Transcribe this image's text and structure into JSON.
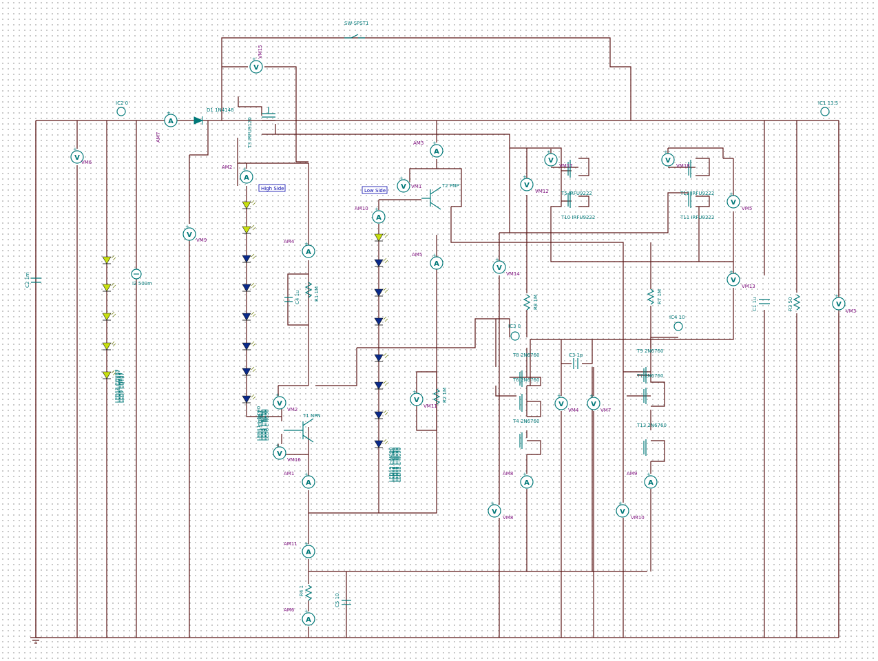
{
  "switch": {
    "label": "SW-SPST1"
  },
  "notes": {
    "high_side": "High Side",
    "low_side": "Low Side"
  },
  "components": {
    "d1": "D1 1N4148",
    "t3_top": "T3 IRFU9120",
    "t2": "T2 PNP",
    "t1": "T1 NPN",
    "t5": "T5 IRFU9222",
    "t10": "T10 IRFU9222",
    "t12": "T12 IRFU9222",
    "t11": "T11 IRFU9222",
    "r1": "R1 1M",
    "r2": "R2 1M",
    "r4": "R4 1",
    "r7": "R7 1M",
    "r8": "R8 1M",
    "r3": "R3 50",
    "c2": "C2 1m",
    "c4": "C4 1u",
    "c1": "C1 1u",
    "c3": "C3 1p",
    "c5": "C5 10",
    "i2": "I2 500m",
    "t8": "T8 2N6760",
    "t6": "T6 2N6760",
    "t4": "T4 2N6760",
    "t9": "T9 2N6760",
    "t7": "T7 2N6760",
    "t13": "T13 2N6760",
    "ic2": "IC2 0",
    "ic1": "IC1 13.5",
    "ic3": "IC3 0",
    "ic4": "IC4 10"
  },
  "led_strings": {
    "left": [
      "LED12 CQY87",
      "LED10 CQY87",
      "LED9 CQY87",
      "LED8 CQY87",
      "LED7 CQY87"
    ],
    "high_side": [
      "LED11 L-NC90",
      "LED1 CQY87",
      "LED2 CQY87",
      "LED3 L-NC90",
      "LED4 L-NC90",
      "LED5 L-NC90",
      "LED6 L-NC90"
    ],
    "low_side": [
      "LED19 L-NC90",
      "LED13 CQY87",
      "LED14 L-NC90",
      "LED15 L-NC90",
      "LED16 L-NC90",
      "LED17 L-NC90",
      "LED18 L-NC90"
    ]
  },
  "ammeters": [
    {
      "id": "am7",
      "label": "AM7",
      "symbol": "A"
    },
    {
      "id": "am3",
      "label": "AM3",
      "symbol": "A"
    },
    {
      "id": "am2",
      "label": "AM2",
      "symbol": "A"
    },
    {
      "id": "am10",
      "label": "AM10",
      "symbol": "A"
    },
    {
      "id": "am4",
      "label": "AM4",
      "symbol": "A"
    },
    {
      "id": "am5",
      "label": "AM5",
      "symbol": "A"
    },
    {
      "id": "am1",
      "label": "AM1",
      "symbol": "A"
    },
    {
      "id": "am11",
      "label": "AM11",
      "symbol": "A"
    },
    {
      "id": "am6",
      "label": "AM6",
      "symbol": "A"
    },
    {
      "id": "am8",
      "label": "AM8",
      "symbol": "A"
    },
    {
      "id": "am9",
      "label": "AM9",
      "symbol": "A"
    }
  ],
  "voltmeters": [
    {
      "id": "vm15",
      "label": "VM15",
      "symbol": "V"
    },
    {
      "id": "vm6",
      "label": "VM6",
      "symbol": "V"
    },
    {
      "id": "vm9",
      "label": "VM9",
      "symbol": "V"
    },
    {
      "id": "vm1",
      "label": "VM1",
      "symbol": "V"
    },
    {
      "id": "vm17",
      "label": "VM17",
      "symbol": "V"
    },
    {
      "id": "vm18",
      "label": "VM18",
      "symbol": "V"
    },
    {
      "id": "vm12",
      "label": "VM12",
      "symbol": "V"
    },
    {
      "id": "vm5",
      "label": "VM5",
      "symbol": "V"
    },
    {
      "id": "vm14",
      "label": "VM14",
      "symbol": "V"
    },
    {
      "id": "vm13",
      "label": "VM13",
      "symbol": "V"
    },
    {
      "id": "vm3",
      "label": "VM3",
      "symbol": "V"
    },
    {
      "id": "vm2",
      "label": "VM2",
      "symbol": "V"
    },
    {
      "id": "vm16",
      "label": "VM16",
      "symbol": "V"
    },
    {
      "id": "vm11",
      "label": "VM11",
      "symbol": "V"
    },
    {
      "id": "vm4",
      "label": "VM4",
      "symbol": "V"
    },
    {
      "id": "vm7",
      "label": "VM7",
      "symbol": "V"
    },
    {
      "id": "vm8",
      "label": "VM8",
      "symbol": "V"
    },
    {
      "id": "vm10",
      "label": "VM10",
      "symbol": "V"
    }
  ],
  "colors": {
    "wire": "#5a1414",
    "component": "#007878",
    "meter_label": "#7a0a7a",
    "led_green": "#c8e010",
    "led_blue": "#0a2a8a",
    "grid_dot": "#b5b5b5"
  }
}
